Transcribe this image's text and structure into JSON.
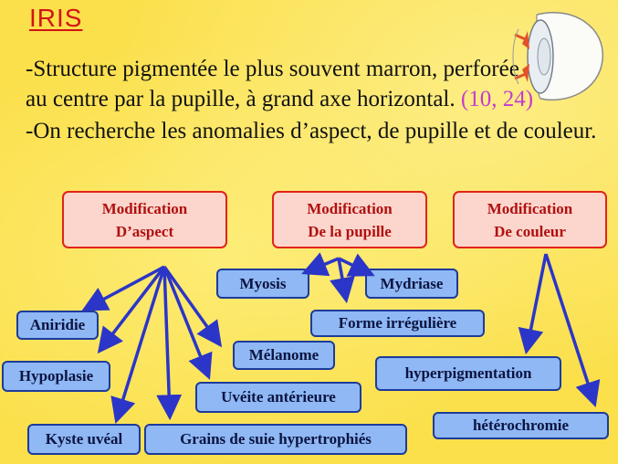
{
  "title": "IRIS",
  "description": {
    "line1": "-Structure pigmentée le plus souvent marron, perforée",
    "line2_text": "au centre par la pupille, à grand axe horizontal. ",
    "line2_ref": "(10, 24)",
    "line3": "-On recherche les anomalies d’aspect, de pupille et de couleur."
  },
  "categories": [
    {
      "line1": "Modification",
      "line2": "D’aspect"
    },
    {
      "line1": "Modification",
      "line2": "De la pupille"
    },
    {
      "line1": "Modification",
      "line2": "De couleur"
    }
  ],
  "aspect_items": [
    "Aniridie",
    "Hypoplasie",
    "Kyste uvéal",
    "Grains de suie hypertrophiés",
    "Uvéite antérieure",
    "Mélanome"
  ],
  "pupil_items": [
    "Myosis",
    "Mydriase",
    "Forme irrégulière"
  ],
  "color_items": [
    "hyperpigmentation",
    "hétérochromie"
  ],
  "colors": {
    "title": "#d21414",
    "ref": "#c23bd0",
    "category_border": "#e0241a",
    "category_fill": "#fcd6cc",
    "item_fill": "#8fb8f5",
    "arrow": "#2b35c8"
  }
}
